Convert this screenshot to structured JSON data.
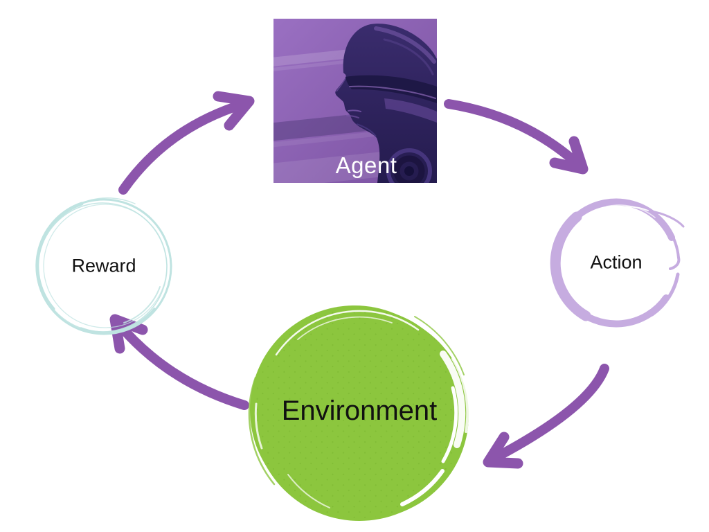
{
  "diagram": {
    "kind": "cycle-diagram",
    "nodes": {
      "agent": {
        "label": "Agent"
      },
      "action": {
        "label": "Action"
      },
      "environment": {
        "label": "Environment"
      },
      "reward": {
        "label": "Reward"
      }
    },
    "edges": [
      {
        "from": "Reward",
        "to": "Agent"
      },
      {
        "from": "Agent",
        "to": "Action"
      },
      {
        "from": "Action",
        "to": "Environment"
      },
      {
        "from": "Environment",
        "to": "Reward"
      }
    ]
  },
  "colors": {
    "canvas_background": "#ffffff",
    "arrow": "#8c55ac",
    "action_ring": "#c6ace0",
    "reward_ring": "#bfe3e1",
    "environment_fill": "#8cc63e",
    "node_label": "#111111",
    "agent_label": "#ffffff",
    "agent_image_purple": "#8a5fb0",
    "agent_image_dark": "#241b4e"
  }
}
